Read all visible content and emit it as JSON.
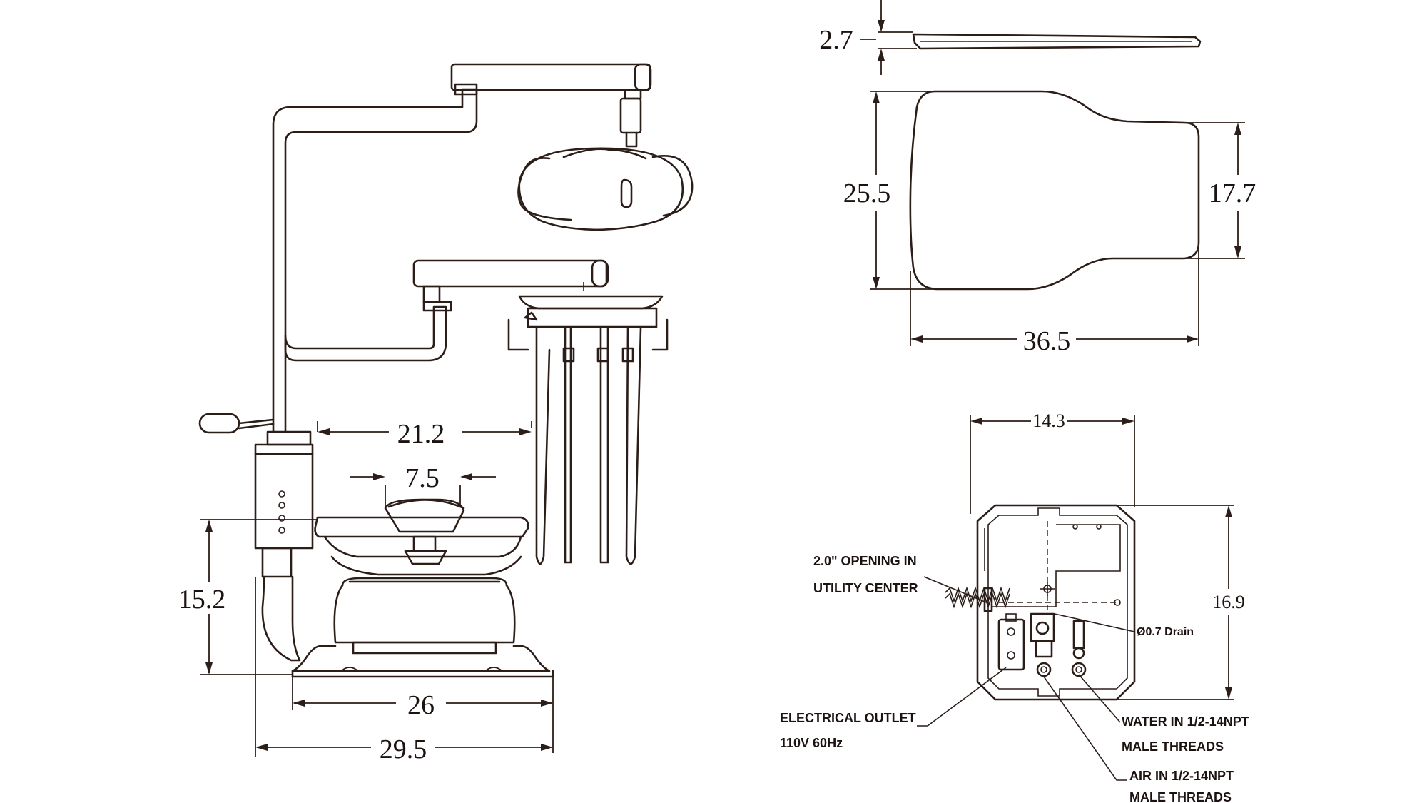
{
  "dimensions": {
    "span_21_2": "21.2",
    "span_7_5": "7.5",
    "height_15_2": "15.2",
    "base_26": "26",
    "overall_29_5": "29.5",
    "top_thickness": "2.7",
    "top_height": "25.5",
    "top_narrow": "17.7",
    "top_length": "36.5",
    "box_width": "14.3",
    "box_height": "16.9"
  },
  "callouts": {
    "opening_line1": "2.0\" OPENING IN",
    "opening_line2": "UTILITY CENTER",
    "drain": "Ø0.7 Drain",
    "outlet_line1": "ELECTRICAL OUTLET",
    "outlet_line2": "110V 60Hz",
    "water_line1": "WATER IN 1/2-14NPT",
    "water_line2": "MALE THREADS",
    "air_line1": "AIR IN 1/2-14NPT",
    "air_line2": "MALE THREADS"
  },
  "colors": {
    "line": "#2b1d18",
    "background": "#ffffff"
  }
}
